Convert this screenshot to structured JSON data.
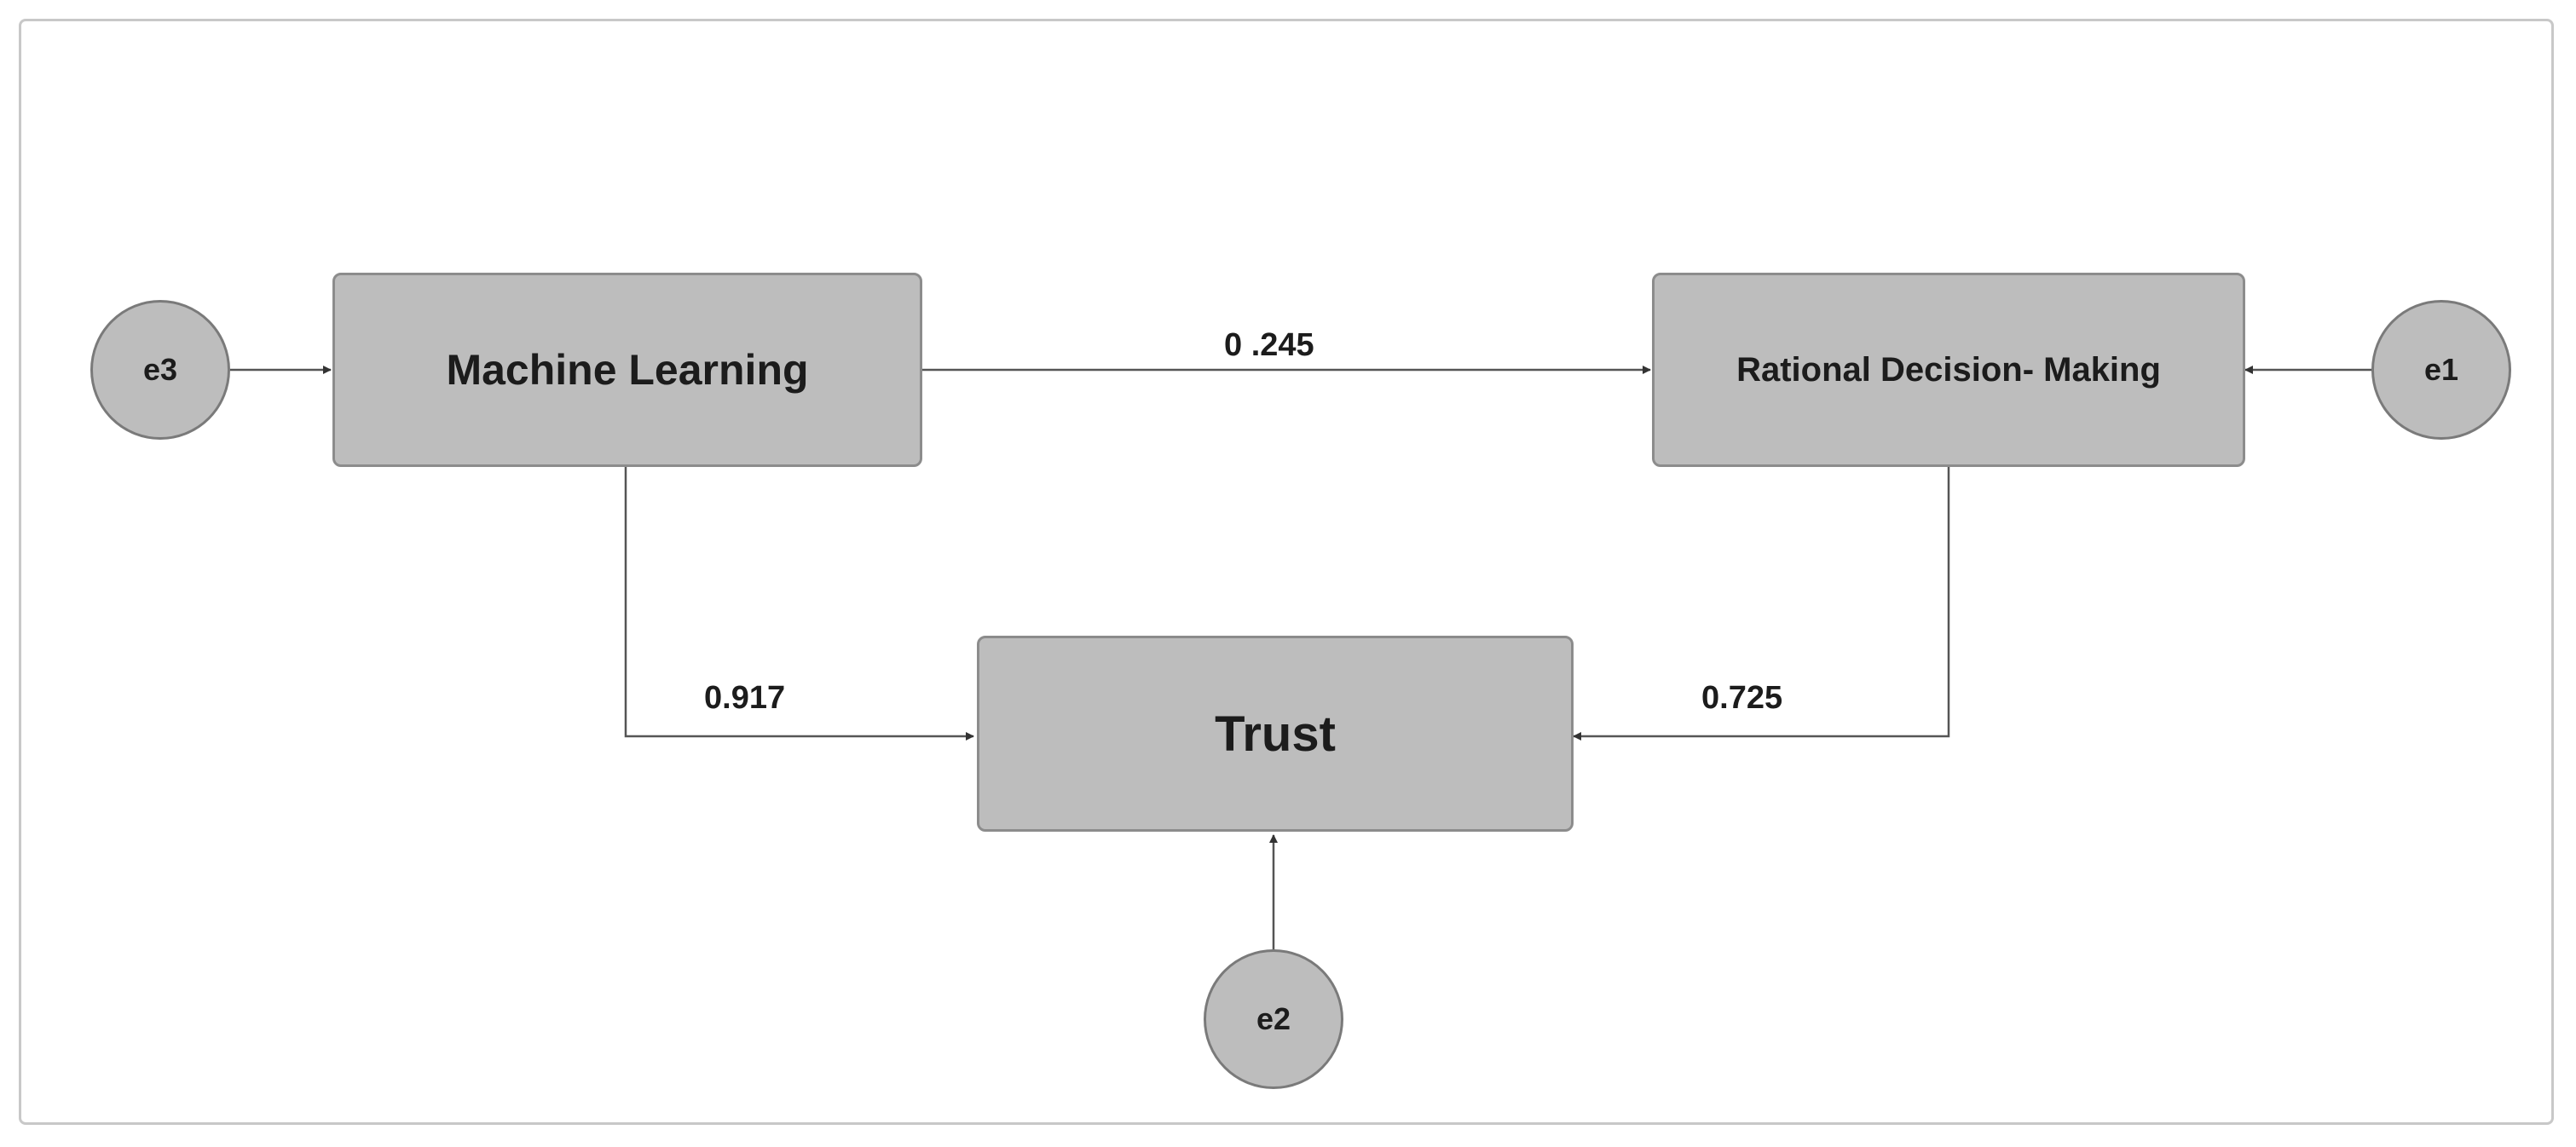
{
  "nodes": {
    "ml": "Machine Learning",
    "rdm": "Rational Decision- Making",
    "trust": "Trust",
    "e1": "e1",
    "e2": "e2",
    "e3": "e3"
  },
  "paths": {
    "ml_to_rdm": "0 .245",
    "ml_to_trust": "0.917",
    "rdm_to_trust": "0.725"
  },
  "colors": {
    "box_fill": "#bdbdbd",
    "box_border": "#8c8c8c",
    "line": "#555555",
    "text": "#1c1c1c"
  }
}
